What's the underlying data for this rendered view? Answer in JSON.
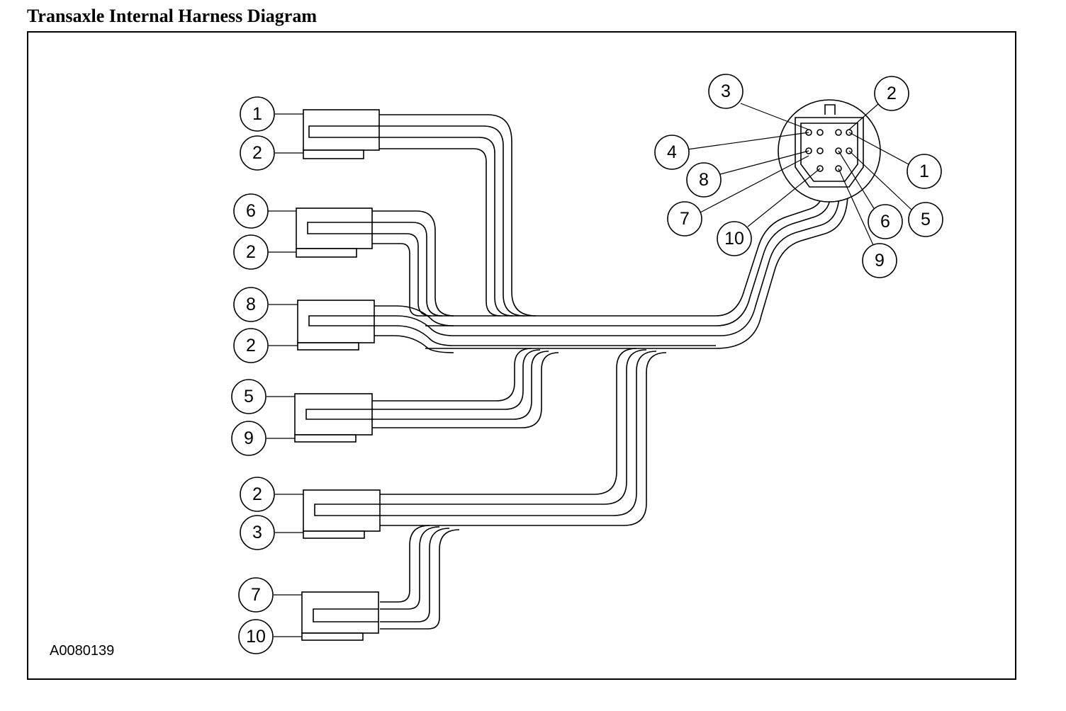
{
  "title": "Transaxle Internal Harness Diagram",
  "figure_id": "A0080139",
  "connectors": [
    {
      "id": "c1",
      "pins": [
        "1",
        "2"
      ]
    },
    {
      "id": "c2",
      "pins": [
        "6",
        "2"
      ]
    },
    {
      "id": "c3",
      "pins": [
        "8",
        "2"
      ]
    },
    {
      "id": "c4",
      "pins": [
        "5",
        "9"
      ]
    },
    {
      "id": "c5",
      "pins": [
        "2",
        "3"
      ]
    },
    {
      "id": "c6",
      "pins": [
        "7",
        "10"
      ]
    }
  ],
  "main_connector": {
    "pin_callouts": [
      "3",
      "2",
      "4",
      "1",
      "8",
      "7",
      "5",
      "6",
      "10",
      "9"
    ]
  }
}
